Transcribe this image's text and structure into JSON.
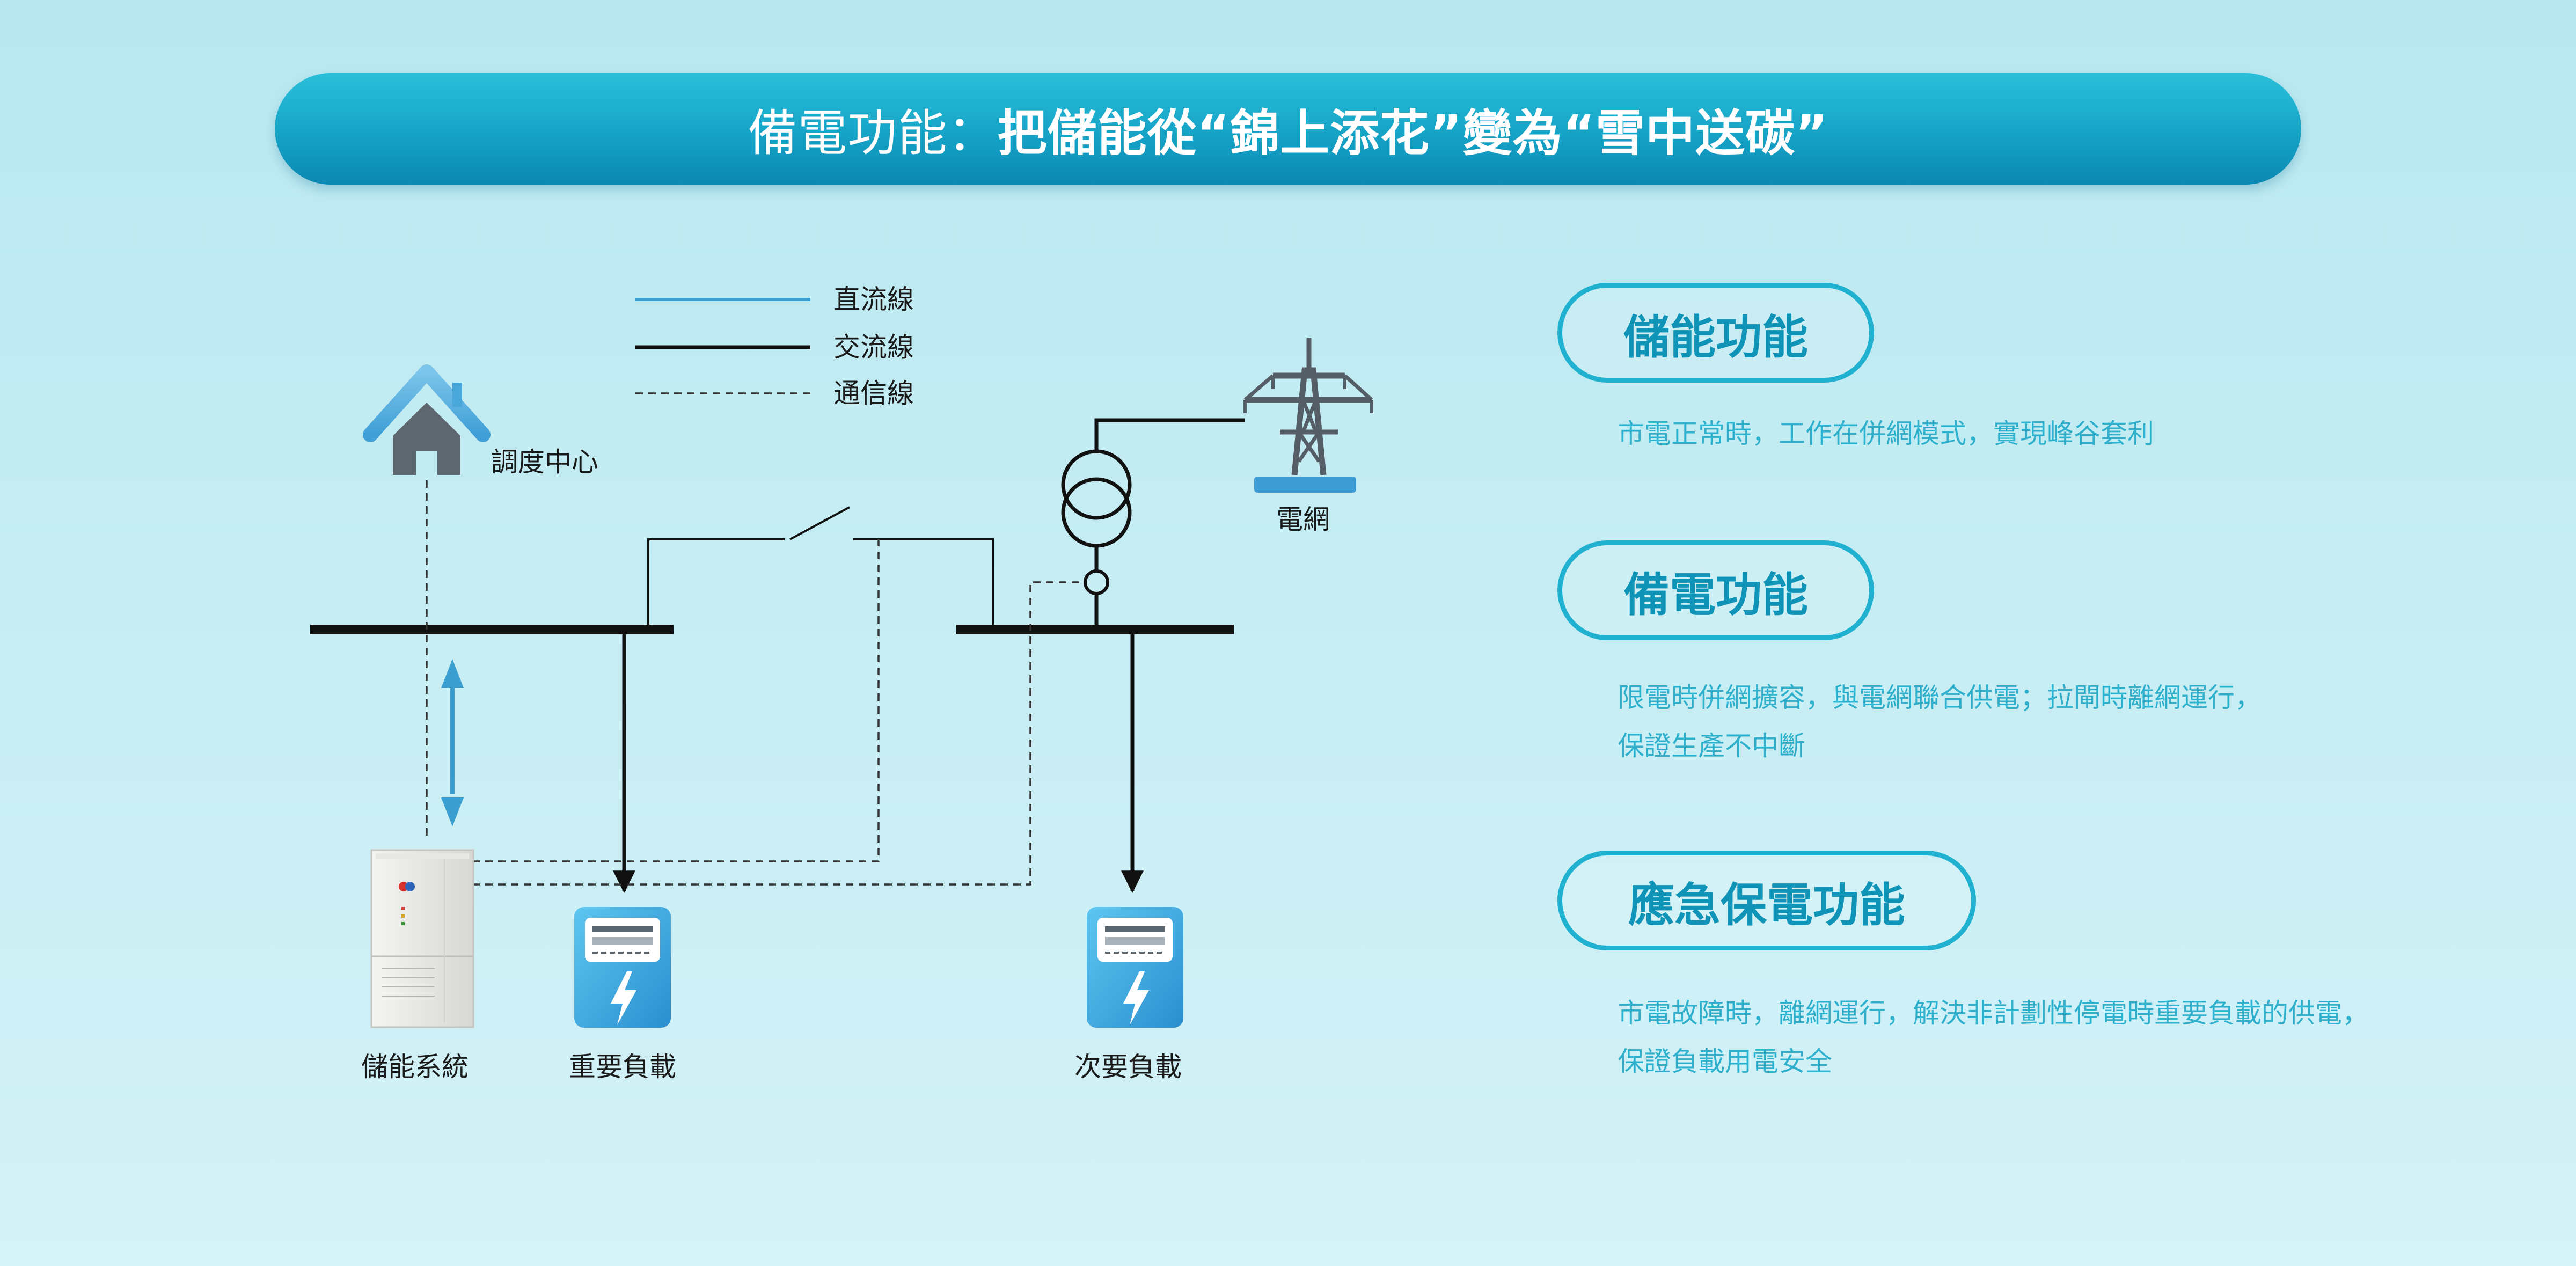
{
  "header": {
    "title_light": "備電功能：",
    "title_bold": "把儲能從“錦上添花”變為“雪中送碳”"
  },
  "legend": {
    "items": [
      {
        "label": "直流線",
        "color": "#3a9fd0",
        "style": "solid"
      },
      {
        "label": "交流線",
        "color": "#111111",
        "style": "solid"
      },
      {
        "label": "通信線",
        "color": "#333333",
        "style": "dashed"
      }
    ]
  },
  "diagram": {
    "dispatch_center_label": "調度中心",
    "grid_label": "電網",
    "storage_label": "儲能系統",
    "important_load_label": "重要負載",
    "secondary_load_label": "次要負載"
  },
  "functions": [
    {
      "title": "儲能功能",
      "lines": [
        "市電正常時，工作在併網模式，實現峰谷套利"
      ]
    },
    {
      "title": "備電功能",
      "lines": [
        "限電時併網擴容，與電網聯合供電；拉閘時離網運行，",
        "保證生產不中斷"
      ]
    },
    {
      "title": "應急保電功能",
      "lines": [
        "市電故障時，離網運行，解決非計劃性停電時重要負載的供電，",
        "保證負載用電安全"
      ]
    }
  ],
  "colors": {
    "accent": "#1fb1cf",
    "accent_text": "#0f94b8",
    "desc_text": "#2eb0cc",
    "dc_line": "#3a9fd0"
  }
}
